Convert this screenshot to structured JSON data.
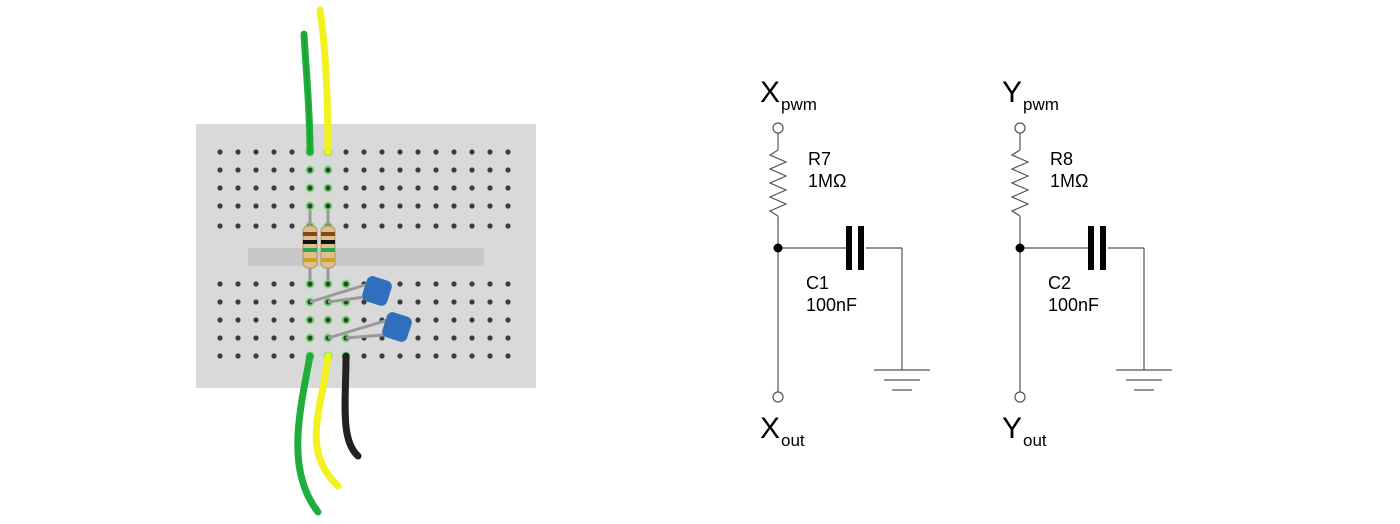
{
  "schematic": {
    "x_channel": {
      "input": {
        "main": "X",
        "sub": "pwm"
      },
      "resistor": {
        "name": "R7",
        "value": "1MΩ"
      },
      "capacitor": {
        "name": "C1",
        "value": "100nF"
      },
      "output": {
        "main": "X",
        "sub": "out"
      }
    },
    "y_channel": {
      "input": {
        "main": "Y",
        "sub": "pwm"
      },
      "resistor": {
        "name": "R8",
        "value": "1MΩ"
      },
      "capacitor": {
        "name": "C2",
        "value": "100nF"
      },
      "output": {
        "main": "Y",
        "sub": "out"
      }
    }
  },
  "colors": {
    "breadboard": "#d9d9d9",
    "hole": "#3c3c3c",
    "wire_green": "#1fae3a",
    "wire_yellow": "#f2f21e",
    "wire_black": "#222222",
    "capacitor": "#2f6fbd"
  }
}
